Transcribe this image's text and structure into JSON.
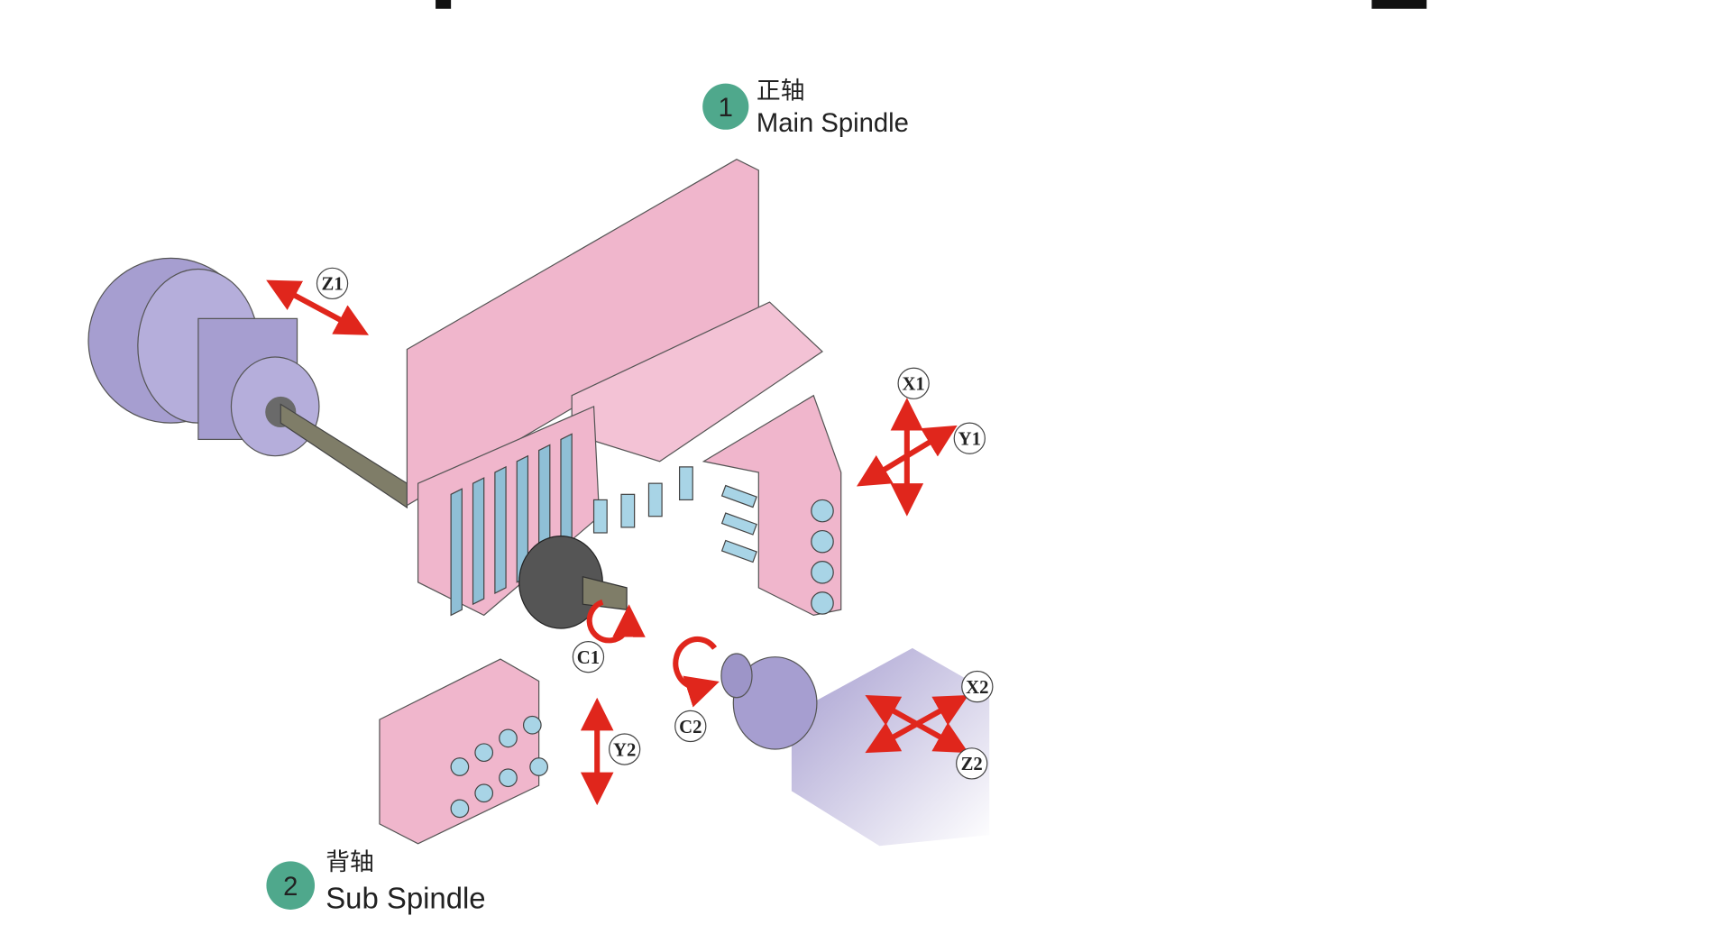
{
  "main_spindle": {
    "number": "1",
    "cn": "正轴",
    "en": "Main Spindle"
  },
  "sub_spindle": {
    "number": "2",
    "cn": "背轴",
    "en": "Sub Spindle"
  },
  "axes": {
    "z1": "Z1",
    "x1": "X1",
    "y1": "Y1",
    "c1": "C1",
    "c2": "C2",
    "y2": "Y2",
    "x2": "X2",
    "z2": "Z2"
  },
  "colors": {
    "badge": "#4fa88c",
    "frame": "#f0b6cc",
    "spindle": "#a9a0d0",
    "tool": "#a8d4e6",
    "arrow": "#e0261c"
  }
}
